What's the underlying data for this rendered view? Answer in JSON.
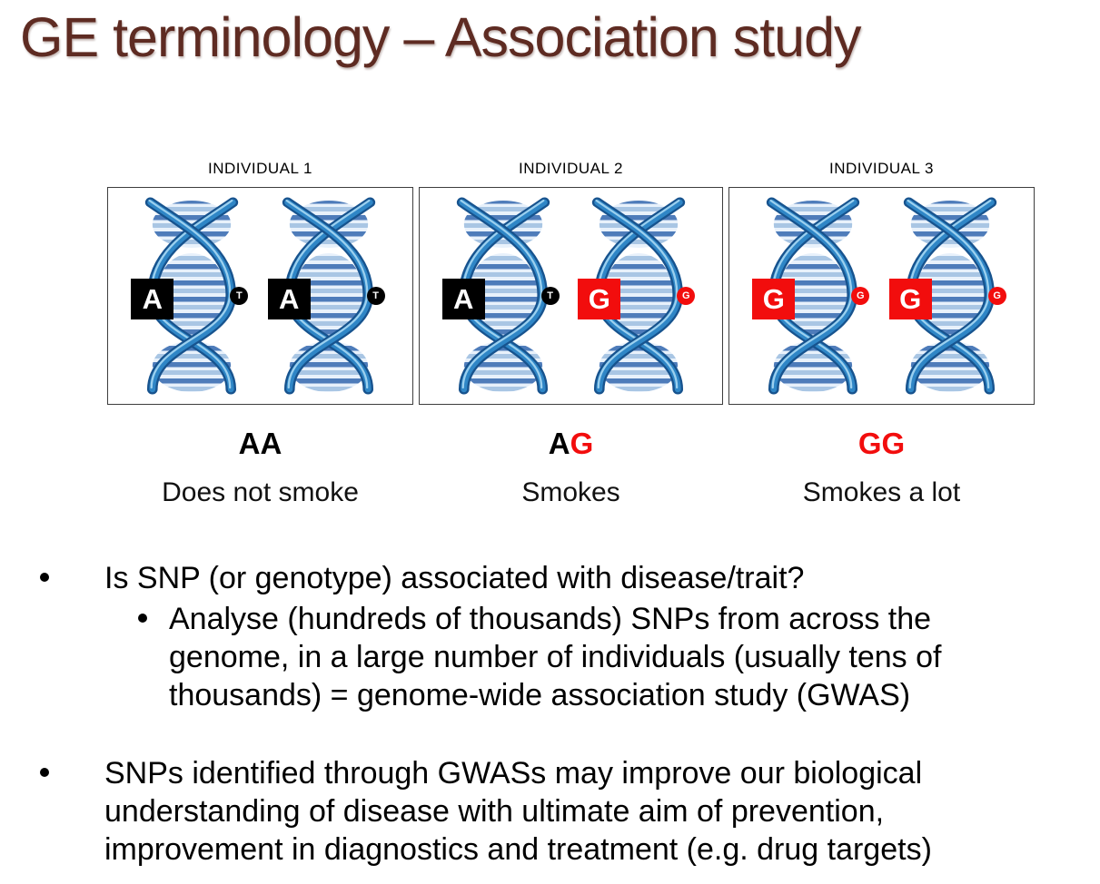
{
  "slide": {
    "title": "GE terminology – Association study",
    "title_color": "#5E2B22",
    "accent_red": "#F20D0D",
    "black": "#000000"
  },
  "figure": {
    "panels": [
      {
        "label": "INDIVIDUAL 1",
        "genotype": [
          {
            "char": "A",
            "color": "#000000"
          },
          {
            "char": "A",
            "color": "#000000"
          }
        ],
        "phenotype": "Does not smoke",
        "helices": [
          {
            "allele": "A",
            "allele_bg": "#000000",
            "partner": "T",
            "partner_bg": "#000000"
          },
          {
            "allele": "A",
            "allele_bg": "#000000",
            "partner": "T",
            "partner_bg": "#000000"
          }
        ]
      },
      {
        "label": "INDIVIDUAL 2",
        "genotype": [
          {
            "char": "A",
            "color": "#000000"
          },
          {
            "char": "G",
            "color": "#F20D0D"
          }
        ],
        "phenotype": "Smokes",
        "helices": [
          {
            "allele": "A",
            "allele_bg": "#000000",
            "partner": "T",
            "partner_bg": "#000000"
          },
          {
            "allele": "G",
            "allele_bg": "#F20D0D",
            "partner": "G",
            "partner_bg": "#F20D0D"
          }
        ]
      },
      {
        "label": "INDIVIDUAL 3",
        "genotype": [
          {
            "char": "G",
            "color": "#F20D0D"
          },
          {
            "char": "G",
            "color": "#F20D0D"
          }
        ],
        "phenotype": "Smokes a lot",
        "helices": [
          {
            "allele": "G",
            "allele_bg": "#F20D0D",
            "partner": "G",
            "partner_bg": "#F20D0D"
          },
          {
            "allele": "G",
            "allele_bg": "#F20D0D",
            "partner": "G",
            "partner_bg": "#F20D0D"
          }
        ]
      }
    ]
  },
  "bullets": {
    "item1": "Is SNP (or genotype) associated with disease/trait?",
    "item1_sub_lines": [
      "Analyse (hundreds of thousands) SNPs from across the",
      "genome, in a large number of individuals (usually tens of",
      "thousands) = genome-wide association study (GWAS)"
    ],
    "item2_lines": [
      "SNPs identified through GWASs may improve our biological",
      "understanding of disease with ultimate aim of prevention,",
      "improvement in diagnostics and treatment (e.g. drug targets)"
    ]
  }
}
